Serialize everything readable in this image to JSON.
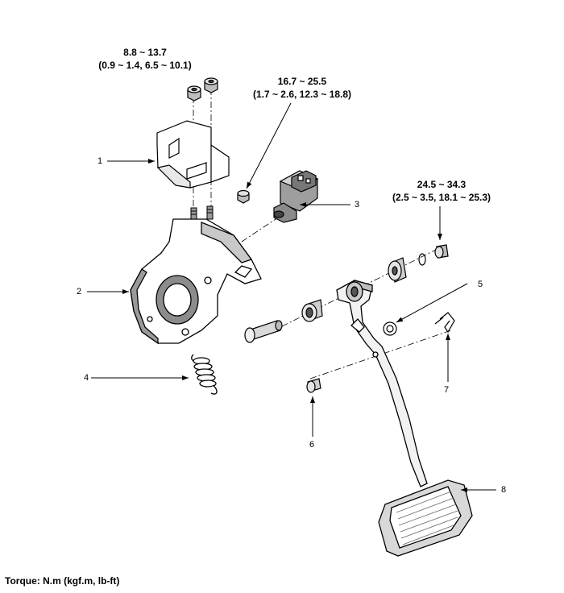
{
  "torques": {
    "t1": {
      "line1": "8.8 ~ 13.7",
      "line2": "(0.9 ~ 1.4, 6.5 ~ 10.1)"
    },
    "t2": {
      "line1": "16.7 ~ 25.5",
      "line2": "(1.7 ~ 2.6, 12.3 ~ 18.8)"
    },
    "t3": {
      "line1": "24.5 ~ 34.3",
      "line2": "(2.5 ~ 3.5, 18.1 ~ 25.3)"
    }
  },
  "callouts": {
    "c1": "1",
    "c2": "2",
    "c3": "3",
    "c4": "4",
    "c5": "5",
    "c6": "6",
    "c7": "7",
    "c8": "8"
  },
  "footer": "Torque: N.m (kgf.m, lb-ft)"
}
